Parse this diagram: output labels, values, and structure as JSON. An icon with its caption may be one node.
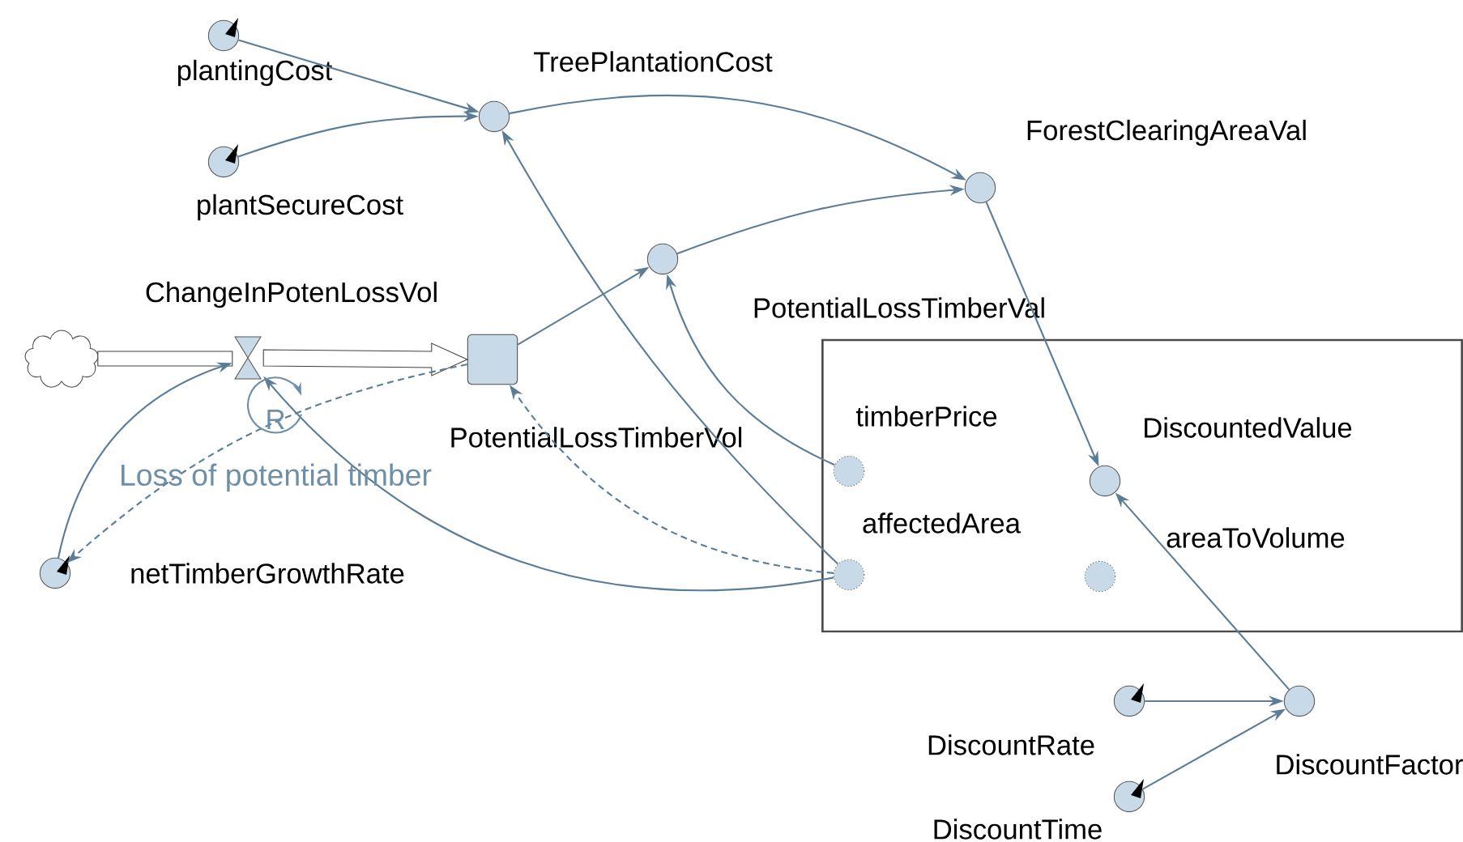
{
  "diagram": {
    "nodes": [
      {
        "text": [],
        "shape": "cloud"
      },
      {
        "text": [
          "ChangeInPotenLossVol"
        ]
      },
      {
        "text": [
          "PotentialLossTimberVol"
        ]
      },
      {
        "text": [
          "plantingCost"
        ]
      },
      {
        "text": [
          "plantSecureCost"
        ]
      },
      {
        "text": [
          "TreePlantationCost"
        ]
      },
      {
        "text": [
          "PotentialLossTimberVal"
        ]
      },
      {
        "text": [
          "ForestClearingAreaVal"
        ]
      },
      {
        "text": [],
        "shape": "box"
      },
      {
        "text": [
          "timberPrice"
        ],
        "in": 8
      },
      {
        "text": [
          "affectedArea"
        ],
        "in": 8
      },
      {
        "text": [
          "DiscountedValue"
        ],
        "in": 8
      },
      {
        "text": [
          "areaToVolume"
        ],
        "in": 8
      },
      {
        "text": [
          "netTimberGrowthRate"
        ]
      },
      {
        "text": [
          "DiscountRate"
        ]
      },
      {
        "text": [
          "DiscountTime"
        ]
      },
      {
        "text": [
          "DiscountFactor"
        ]
      }
    ],
    "edges": [
      {
        "from": 0,
        "to": 1,
        "arrow": "none",
        "style": "thick"
      },
      {
        "from": 1,
        "to": 2,
        "arrow": "to",
        "style": "thick"
      },
      {
        "from": 3,
        "to": 5,
        "arrow": "to"
      },
      {
        "from": 4,
        "to": 5,
        "arrow": "to"
      },
      {
        "from": 5,
        "to": 7,
        "arrow": "to"
      },
      {
        "from": 6,
        "to": 7,
        "arrow": "to"
      },
      {
        "from": 2,
        "to": 6,
        "arrow": "to"
      },
      {
        "from": 9,
        "to": 6,
        "arrow": "to"
      },
      {
        "from": 10,
        "to": 5,
        "arrow": "to"
      },
      {
        "from": 10,
        "to": 2,
        "arrow": "to",
        "style": "dashed"
      },
      {
        "from": 10,
        "to": 1,
        "arrow": "to"
      },
      {
        "from": 13,
        "to": 1,
        "arrow": "to"
      },
      {
        "from": 2,
        "to": 13,
        "arrow": "to",
        "style": "dashed"
      },
      {
        "from": 7,
        "to": 11,
        "arrow": "to"
      },
      {
        "from": 16,
        "to": 11,
        "arrow": "to"
      },
      {
        "from": 14,
        "to": 16,
        "arrow": "to"
      },
      {
        "from": 15,
        "to": 16,
        "arrow": "to"
      }
    ],
    "labels": [
      "R",
      "Loss of potential timber"
    ]
  }
}
